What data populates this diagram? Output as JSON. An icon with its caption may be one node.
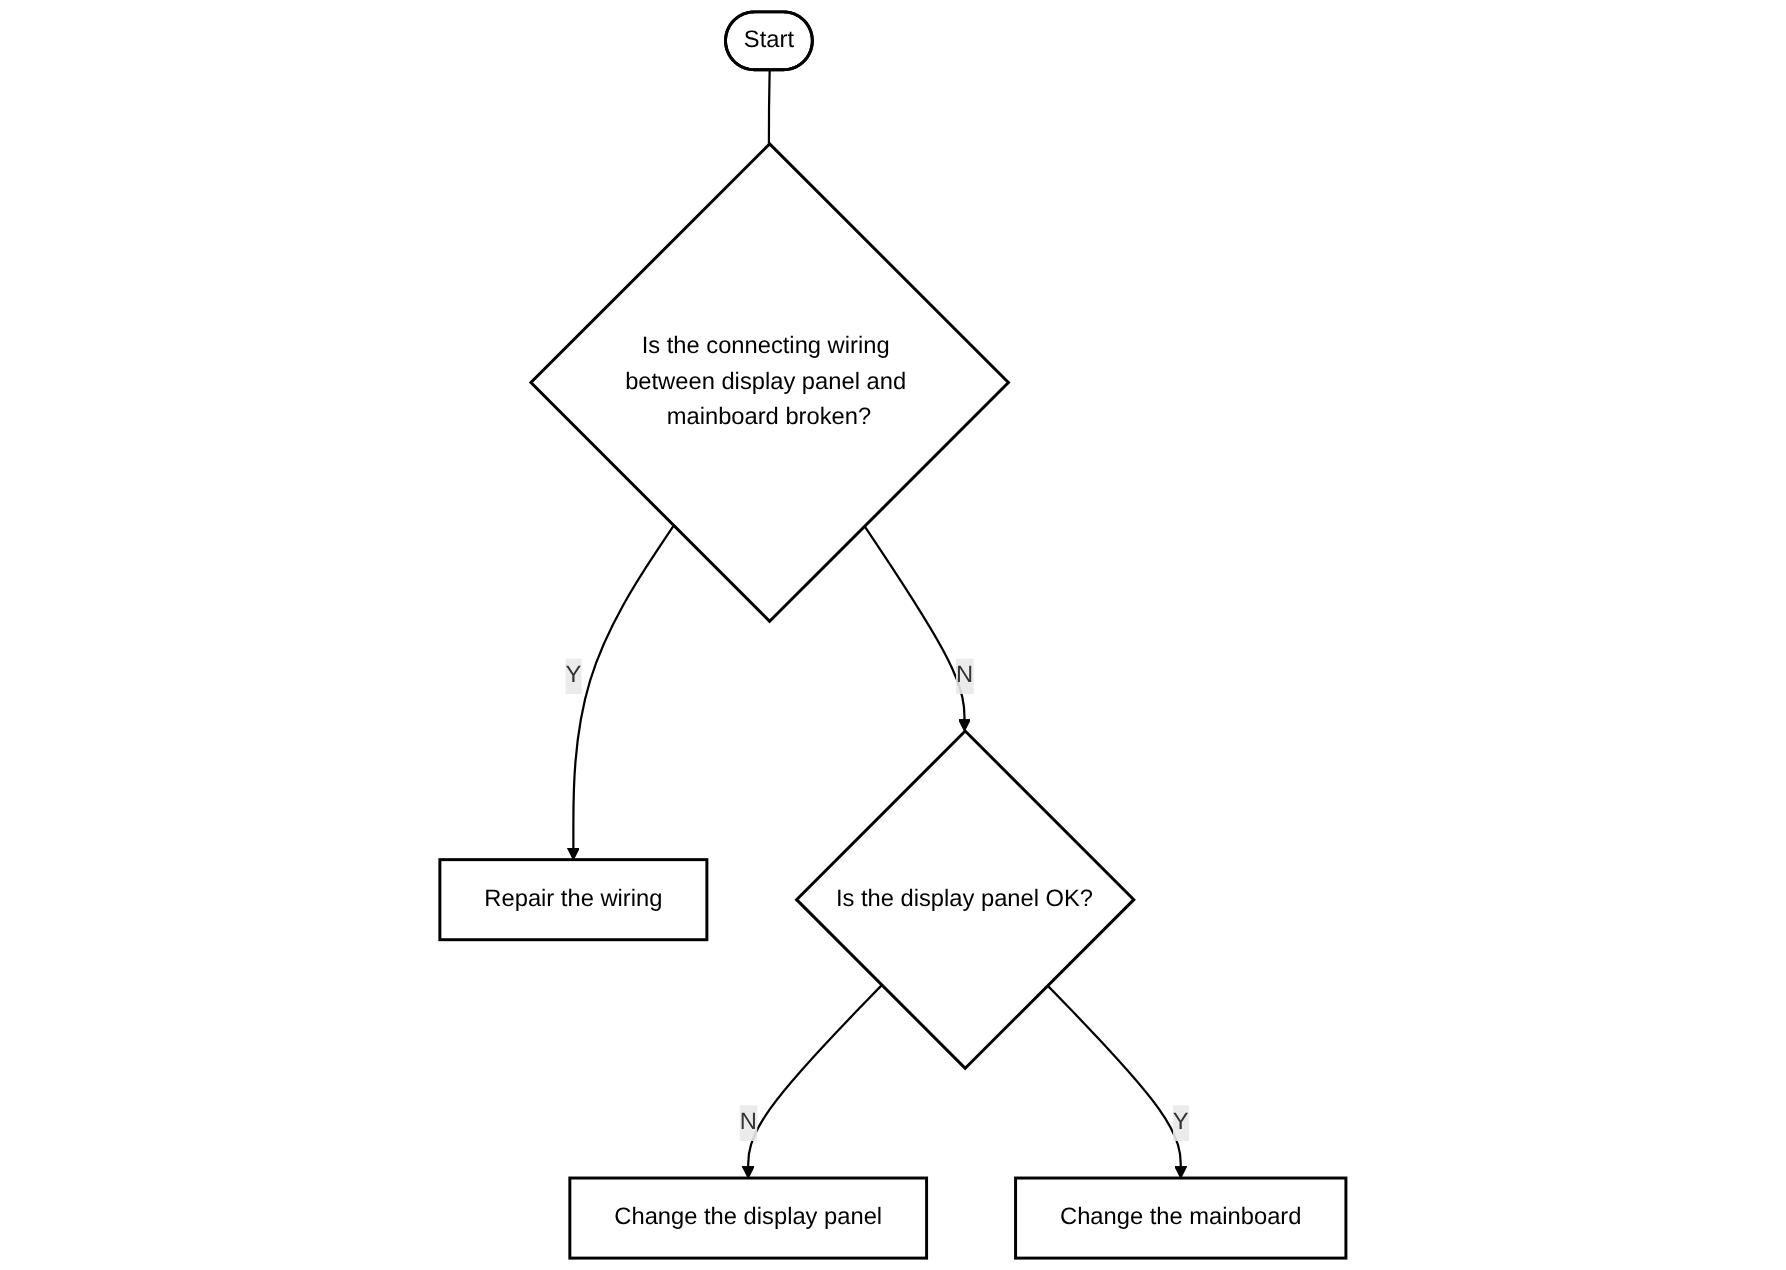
{
  "diagram": {
    "nodes": [
      {
        "text": [
          "Start"
        ]
      },
      {
        "text": [
          "Is the connecting wiring between display panel and mainboard broken?"
        ]
      },
      {
        "text": [
          "Repair the wiring"
        ]
      },
      {
        "text": [
          "Is the display panel OK?"
        ]
      },
      {
        "text": [
          "Change the display panel"
        ]
      },
      {
        "text": [
          "Change the mainboard"
        ]
      }
    ],
    "edges": [
      {
        "from": 0,
        "to": 1,
        "arrow": "none"
      },
      {
        "from": 1,
        "to": 2,
        "arrow": "to",
        "label": "Y"
      },
      {
        "from": 1,
        "to": 3,
        "arrow": "to",
        "label": "N"
      },
      {
        "from": 3,
        "to": 4,
        "arrow": "to",
        "label": "N"
      },
      {
        "from": 3,
        "to": 5,
        "arrow": "to",
        "label": "Y"
      }
    ]
  }
}
